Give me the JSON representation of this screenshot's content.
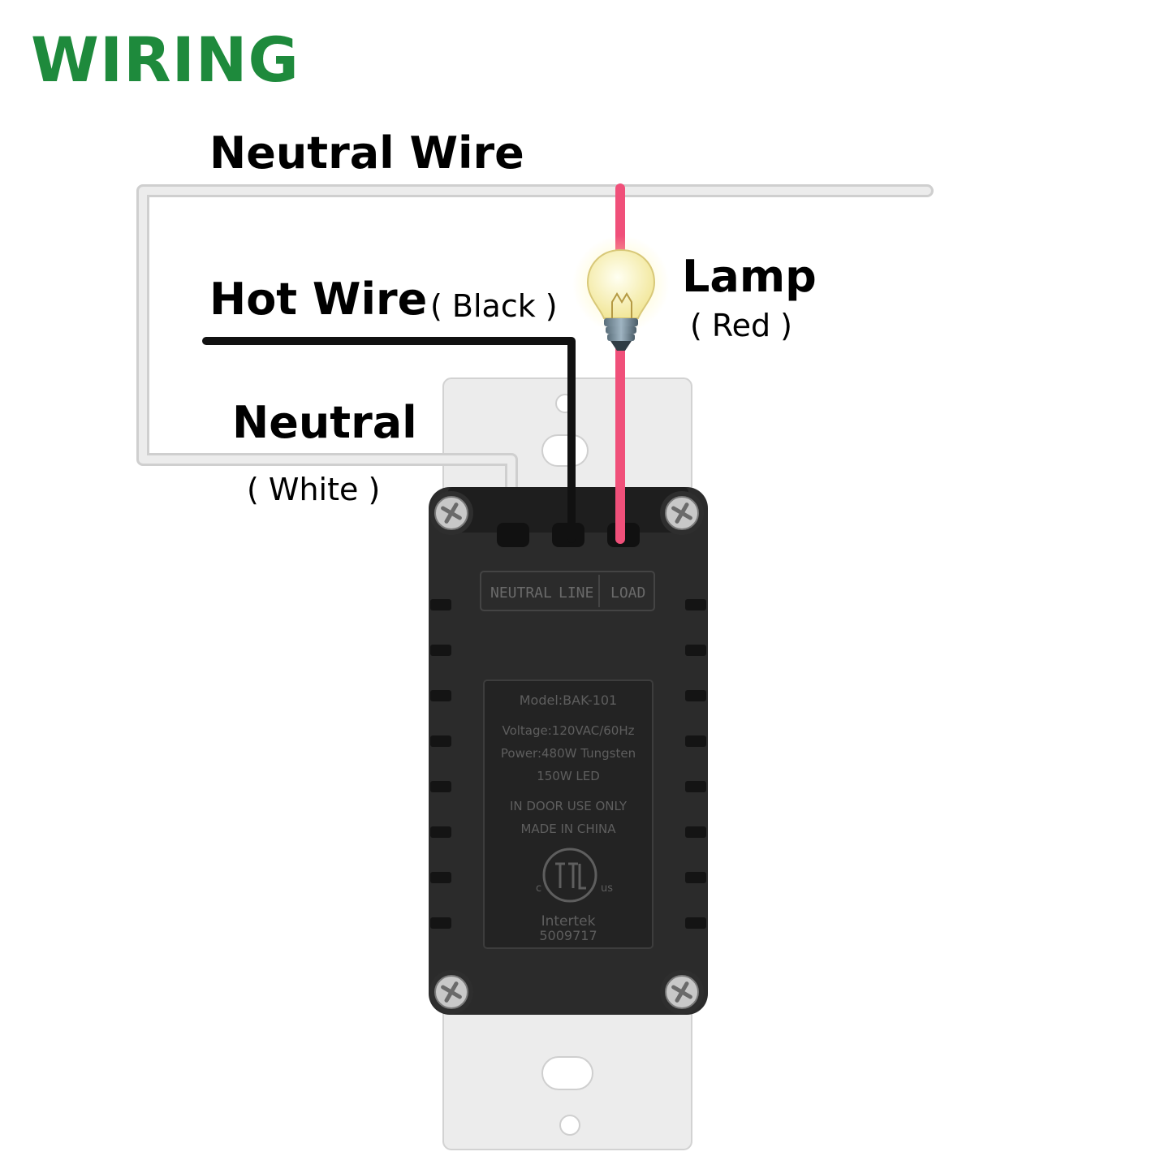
{
  "title": "WIRING",
  "labels": {
    "neutral_wire": "Neutral Wire",
    "hot_wire": "Hot Wire",
    "hot_wire_color": "( Black )",
    "lamp": "Lamp",
    "lamp_color": "( Red )",
    "neutral": "Neutral",
    "neutral_color": "( White )"
  },
  "device": {
    "terminals": [
      "NEUTRAL",
      "LINE",
      "LOAD"
    ],
    "model": "Model:BAK-101",
    "voltage": "Voltage:120VAC/60Hz",
    "power": "Power:480W Tungsten",
    "power_led": "150W LED",
    "indoor": "IN DOOR USE ONLY",
    "made_in": "MADE IN CHINA",
    "cert_c": "c",
    "cert_us": "us",
    "cert_brand": "Intertek",
    "cert_number": "5009717"
  },
  "colors": {
    "title": "#1e8a3c",
    "neutral_wire": "#e3e3e3",
    "hot_wire": "#111111",
    "lamp_wire": "#f0507a",
    "device_body": "#2b2b2b",
    "wall_plate": "#ececec"
  },
  "icons": [
    "light-bulb-icon",
    "screw-icon",
    "etl-certification-icon"
  ]
}
